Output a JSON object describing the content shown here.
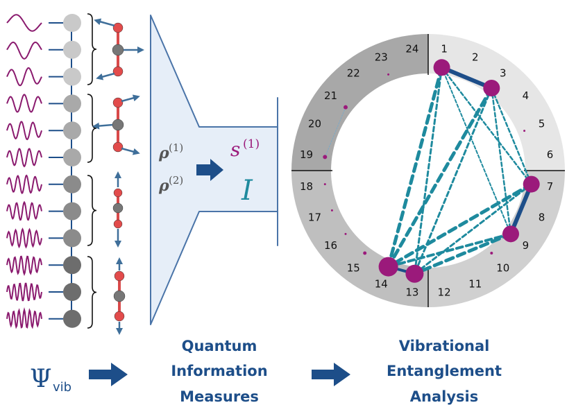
{
  "left": {
    "psi_symbol": "Ψ",
    "psi_subscript": "vib"
  },
  "funnel": {
    "rho1_base": "ρ",
    "rho1_sup": "(1)",
    "rho2_base": "ρ",
    "rho2_sup": "(2)",
    "s_base": "s",
    "s_sup": "(1)",
    "mutual_info": "I"
  },
  "captions": {
    "middle": [
      "Quantum",
      "Information",
      "Measures"
    ],
    "right": [
      "Vibrational",
      "Entanglement",
      "Analysis"
    ]
  },
  "wheel": {
    "mode_labels": [
      "1",
      "2",
      "3",
      "4",
      "5",
      "6",
      "7",
      "8",
      "9",
      "10",
      "11",
      "12",
      "13",
      "14",
      "15",
      "16",
      "17",
      "18",
      "19",
      "20",
      "21",
      "22",
      "23",
      "24"
    ]
  },
  "colors": {
    "accent_blue": "#1d4e89",
    "magenta": "#9b1a7b",
    "teal": "#1e8a9e",
    "funnel_fill": "#e6eef8",
    "funnel_stroke": "#4a74a8"
  }
}
